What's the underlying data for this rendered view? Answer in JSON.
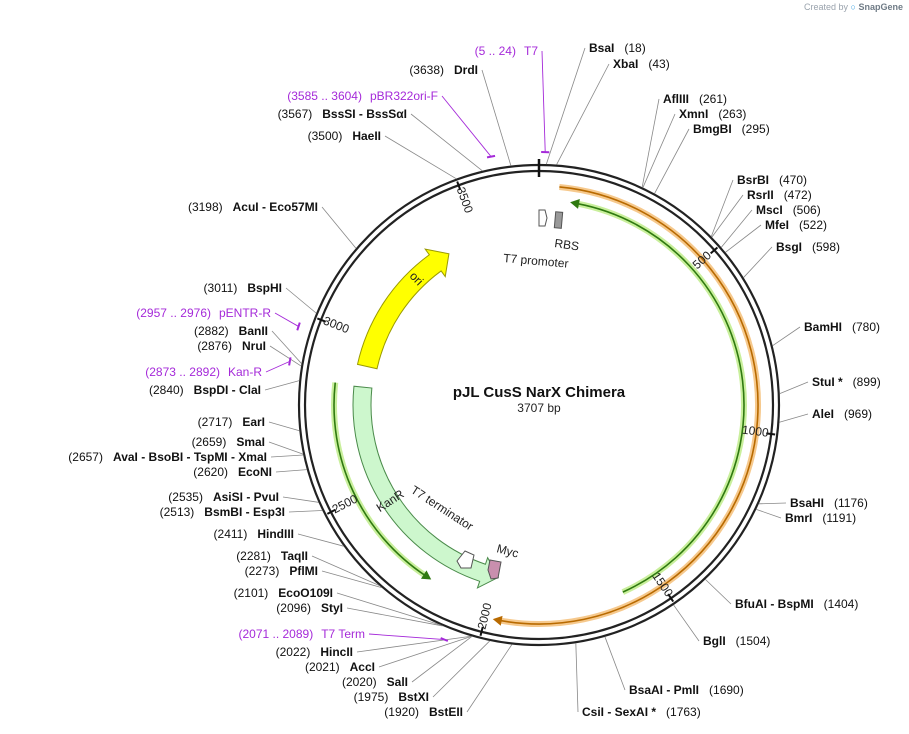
{
  "credit": {
    "prefix": "Created by",
    "brand": "SnapGene"
  },
  "plasmid": {
    "name": "pJL CusS NarX Chimera",
    "length_label": "3707 bp",
    "length": 3707
  },
  "ticks": [
    {
      "pos": 500,
      "label": "500"
    },
    {
      "pos": 1000,
      "label": "1000"
    },
    {
      "pos": 1500,
      "label": "1500"
    },
    {
      "pos": 2000,
      "label": "2000"
    },
    {
      "pos": 2500,
      "label": "2500"
    },
    {
      "pos": 3000,
      "label": "3000"
    },
    {
      "pos": 3500,
      "label": "3500"
    }
  ],
  "features": [
    {
      "name": "ori",
      "start": 2910,
      "end": 3390,
      "color": "#ffff00",
      "stroke": "#9a9a00",
      "label": "ori"
    },
    {
      "name": "kanr",
      "start": 1990,
      "end": 2840,
      "dir": -1,
      "color": "#cdf7cd",
      "stroke": "#4a8a4a",
      "label": "KanR"
    }
  ],
  "small_features": [
    {
      "name": "t7-promoter",
      "label": "T7 promoter"
    },
    {
      "name": "rbs",
      "label": "RBS"
    },
    {
      "name": "t7-terminator",
      "label": "T7 terminator"
    },
    {
      "name": "myc",
      "label": "Myc"
    }
  ],
  "sites": [
    {
      "name": "BsaI",
      "pos": 18,
      "label": "(18)"
    },
    {
      "name": "XbaI",
      "pos": 43,
      "label": "(43)"
    },
    {
      "name": "AflIII",
      "pos": 261,
      "label": "(261)"
    },
    {
      "name": "XmnI",
      "pos": 263,
      "label": "(263)"
    },
    {
      "name": "BmgBI",
      "pos": 295,
      "label": "(295)"
    },
    {
      "name": "BsrBI",
      "pos": 470,
      "label": "(470)"
    },
    {
      "name": "RsrII",
      "pos": 472,
      "label": "(472)"
    },
    {
      "name": "MscI",
      "pos": 506,
      "label": "(506)"
    },
    {
      "name": "MfeI",
      "pos": 522,
      "label": "(522)"
    },
    {
      "name": "BsgI",
      "pos": 598,
      "label": "(598)"
    },
    {
      "name": "BamHI",
      "pos": 780,
      "label": "(780)"
    },
    {
      "name": "StuI *",
      "pos": 899,
      "label": "(899)"
    },
    {
      "name": "AleI",
      "pos": 969,
      "label": "(969)"
    },
    {
      "name": "BsaHI",
      "pos": 1176,
      "label": "(1176)"
    },
    {
      "name": "BmrI",
      "pos": 1191,
      "label": "(1191)"
    },
    {
      "name": "BfuAI - BspMI",
      "pos": 1404,
      "label": "(1404)"
    },
    {
      "name": "BglI",
      "pos": 1504,
      "label": "(1504)"
    },
    {
      "name": "BsaAI - PmlI",
      "pos": 1690,
      "label": "(1690)"
    },
    {
      "name": "CsiI - SexAI *",
      "pos": 1763,
      "label": "(1763)"
    },
    {
      "name": "BstEII",
      "pos": 1920,
      "label": "(1920)"
    },
    {
      "name": "BstXI",
      "pos": 1975,
      "label": "(1975)"
    },
    {
      "name": "SalI",
      "pos": 2020,
      "label": "(2020)"
    },
    {
      "name": "AccI",
      "pos": 2021,
      "label": "(2021)"
    },
    {
      "name": "HincII",
      "pos": 2022,
      "label": "(2022)"
    },
    {
      "name": "StyI",
      "pos": 2096,
      "label": "(2096)"
    },
    {
      "name": "EcoO109I",
      "pos": 2101,
      "label": "(2101)"
    },
    {
      "name": "PflMI",
      "pos": 2273,
      "label": "(2273)"
    },
    {
      "name": "TaqII",
      "pos": 2281,
      "label": "(2281)"
    },
    {
      "name": "HindIII",
      "pos": 2411,
      "label": "(2411)"
    },
    {
      "name": "BsmBI - Esp3I",
      "pos": 2513,
      "label": "(2513)"
    },
    {
      "name": "AsiSI - PvuI",
      "pos": 2535,
      "label": "(2535)"
    },
    {
      "name": "EcoNI",
      "pos": 2620,
      "label": "(2620)"
    },
    {
      "name": "AvaI - BsoBI - TspMI - XmaI",
      "pos": 2657,
      "label": "(2657)"
    },
    {
      "name": "SmaI",
      "pos": 2659,
      "label": "(2659)"
    },
    {
      "name": "EarI",
      "pos": 2717,
      "label": "(2717)"
    },
    {
      "name": "BspDI - ClaI",
      "pos": 2840,
      "label": "(2840)"
    },
    {
      "name": "NruI",
      "pos": 2876,
      "label": "(2876)"
    },
    {
      "name": "BanII",
      "pos": 2882,
      "label": "(2882)"
    },
    {
      "name": "BspHI",
      "pos": 3011,
      "label": "(3011)"
    },
    {
      "name": "AcuI - Eco57MI",
      "pos": 3198,
      "label": "(3198)"
    },
    {
      "name": "HaeII",
      "pos": 3500,
      "label": "(3500)"
    },
    {
      "name": "BssSI - BssSαI",
      "pos": 3567,
      "label": "(3567)"
    },
    {
      "name": "DrdI",
      "pos": 3638,
      "label": "(3638)"
    }
  ],
  "primers": [
    {
      "name": "T7",
      "start": 5,
      "end": 24,
      "label": "(5 .. 24)"
    },
    {
      "name": "pBR322ori-F",
      "start": 3585,
      "end": 3604,
      "label": "(3585 .. 3604)"
    },
    {
      "name": "pENTR-R",
      "start": 2957,
      "end": 2976,
      "label": "(2957 .. 2976)"
    },
    {
      "name": "Kan-R",
      "start": 2873,
      "end": 2892,
      "label": "(2873 .. 2892)"
    },
    {
      "name": "T7 Term",
      "start": 2071,
      "end": 2089,
      "label": "(2071 .. 2089)"
    }
  ],
  "colors": {
    "primer": "#a52ad9",
    "backbone": "#222222",
    "orange": "#e8a33b",
    "green": "#3a8a1a"
  }
}
